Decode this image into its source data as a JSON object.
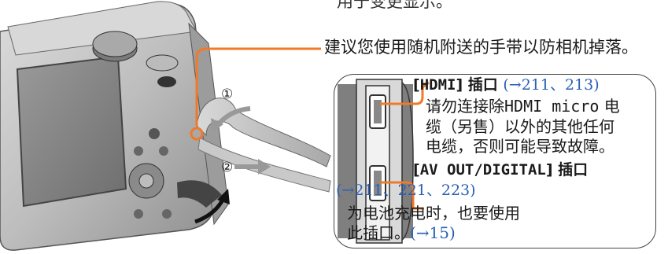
{
  "top_note": "用于变更显示。",
  "strap_note": "建议您使用随机附送的手带以防相机掉落。",
  "step_markers": [
    "①",
    "②"
  ],
  "hdmi": {
    "bracket_open": "[",
    "name": "HDMI",
    "bracket_close": "]",
    "suffix": " 插口",
    "ref": "(→211、213)",
    "desc_line1_a": "请勿连接除",
    "desc_line1_b": "HDMI micro",
    "desc_line1_c": " 电",
    "desc_line2": "缆（另售）以外的其他任何",
    "desc_line3": "电缆，否则可能导致故障。"
  },
  "av": {
    "bracket_open": "[",
    "name": "AV OUT/DIGITAL",
    "bracket_close": "]",
    "suffix": " 插口",
    "ref": "(→211、221、223)",
    "desc_line1": "为电池充电时，也要使用",
    "desc_line2_a": "此插口。",
    "desc_line2_ref": "(→15)"
  },
  "colors": {
    "accent_orange": "#f07a2a",
    "ref_blue": "#2a5fb5"
  }
}
